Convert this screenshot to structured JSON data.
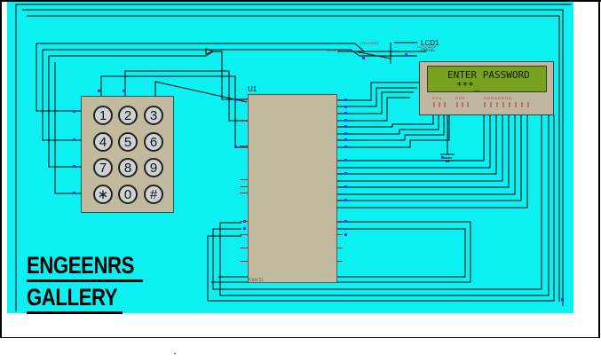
{
  "branding": {
    "line_1": "ENGEENRS",
    "line_2": "GALLERY"
  },
  "components": {
    "lcd": {
      "ref": "LCD1",
      "model": "LM016L",
      "display_line_1": "ENTER PASSWORD",
      "display_line_2": "***_"
    },
    "mcu": {
      "ref": "U1",
      "model": "AT89C51"
    },
    "keypad": {
      "keys": [
        "1",
        "2",
        "3",
        "4",
        "5",
        "6",
        "7",
        "8",
        "9",
        "∗",
        "0",
        "#"
      ]
    }
  },
  "colors": {
    "canvas": "#0df0f2",
    "component_body": "#c2ba9e",
    "lcd_screen": "#78a21d",
    "wire": "#000000",
    "pin": "#d02020",
    "pin_terminal": "#1a3cff"
  }
}
